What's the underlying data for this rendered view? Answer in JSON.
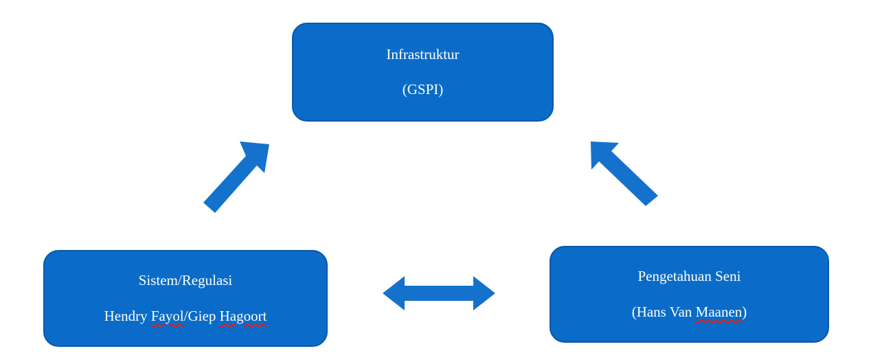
{
  "diagram": {
    "nodes": {
      "top": {
        "line1": "Infrastruktur",
        "line2": "(GSPI)"
      },
      "left": {
        "line1": "Sistem/Regulasi",
        "line2_prefix": "Hendry ",
        "line2_word1": "Fayol",
        "line2_mid": "/Giep ",
        "line2_word2": "Hagoort"
      },
      "right": {
        "line1": "Pengetahuan Seni",
        "line2_prefix": "(Hans Van ",
        "line2_word": "Maanen",
        "line2_suffix": ")"
      }
    },
    "edges": [
      {
        "from": "left",
        "to": "top",
        "direction": "one-way"
      },
      {
        "from": "right",
        "to": "top",
        "direction": "one-way"
      },
      {
        "from": "left",
        "to": "right",
        "direction": "two-way"
      }
    ],
    "colors": {
      "box_fill": "#0a6cc8",
      "box_border": "#0a57a6",
      "arrow_fill": "#1472cc",
      "text": "#ffffff",
      "spellcheck_underline": "#e02020"
    }
  }
}
